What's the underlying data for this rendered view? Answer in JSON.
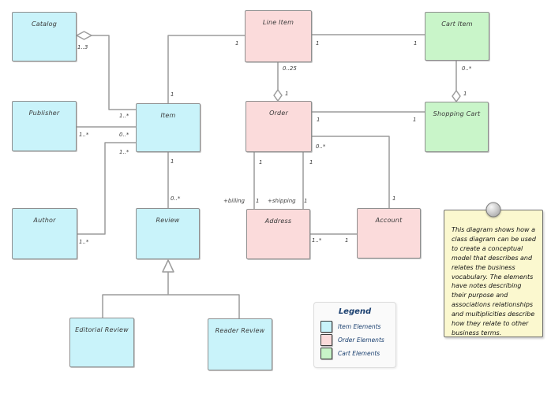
{
  "diagram": {
    "classes": [
      {
        "name": "Catalog",
        "category": "item"
      },
      {
        "name": "Publisher",
        "category": "item"
      },
      {
        "name": "Item",
        "category": "item"
      },
      {
        "name": "Line Item",
        "category": "order"
      },
      {
        "name": "Cart Item",
        "category": "cart"
      },
      {
        "name": "Order",
        "category": "order"
      },
      {
        "name": "Shopping Cart",
        "category": "cart"
      },
      {
        "name": "Author",
        "category": "item"
      },
      {
        "name": "Review",
        "category": "item"
      },
      {
        "name": "Address",
        "category": "order"
      },
      {
        "name": "Account",
        "category": "order"
      },
      {
        "name": "Editorial Review",
        "category": "item"
      },
      {
        "name": "Reader Review",
        "category": "item"
      }
    ],
    "multiplicities": [
      {
        "text": "1..3"
      },
      {
        "text": "1..*"
      },
      {
        "text": "1..*"
      },
      {
        "text": "0..*"
      },
      {
        "text": "1..*"
      },
      {
        "text": "1..*"
      },
      {
        "text": "1"
      },
      {
        "text": "1"
      },
      {
        "text": "1"
      },
      {
        "text": "1"
      },
      {
        "text": "0..25"
      },
      {
        "text": "1"
      },
      {
        "text": "0..*"
      },
      {
        "text": "1"
      },
      {
        "text": "1"
      },
      {
        "text": "1"
      },
      {
        "text": "0..*"
      },
      {
        "text": "1"
      },
      {
        "text": "1"
      },
      {
        "text": "1"
      },
      {
        "text": "+billing"
      },
      {
        "text": "1"
      },
      {
        "text": "+shipping"
      },
      {
        "text": "1"
      },
      {
        "text": "1..*"
      },
      {
        "text": "1"
      },
      {
        "text": "1"
      },
      {
        "text": "0..*"
      }
    ]
  },
  "legend": {
    "title": "Legend",
    "entries": [
      {
        "label": "Item Elements",
        "color": "#c9f3fa"
      },
      {
        "label": "Order Elements",
        "color": "#fbdbdb"
      },
      {
        "label": "Cart Elements",
        "color": "#c9f5c9"
      }
    ]
  },
  "note": {
    "text": "This diagram shows how a class diagram can be used to create a conceptual model that describes and relates the business vocabulary. The elements have notes describing their purpose and associations relationships and multiplicities describe how they relate to other business terms."
  },
  "colors": {
    "item_fill": "#c9f3fa",
    "order_fill": "#fbdbdb",
    "cart_fill": "#c9f5c9",
    "connector": "#9c9c9c",
    "note_fill": "#fbf8cf",
    "legend_text": "#1b4070"
  }
}
